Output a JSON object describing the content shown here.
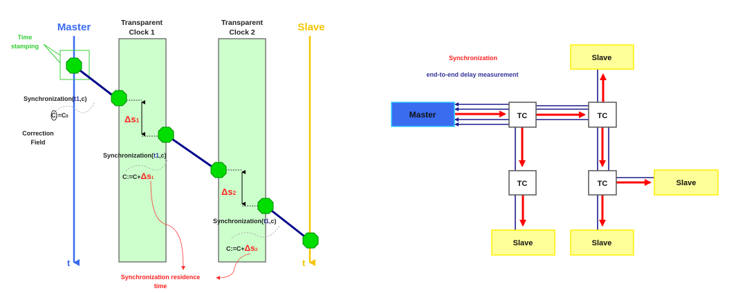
{
  "left_diagram": {
    "master_label": "Master",
    "slave_label": "Slave",
    "tc1_label_line1": "Transparent",
    "tc1_label_line2": "Clock 1",
    "tc2_label_line1": "Transparent",
    "tc2_label_line2": "Clock 2",
    "time_stamping_line1": "Time",
    "time_stamping_line2": "stamping",
    "sync_msg_prefix": "Synchronization(",
    "sync_msg_t1": "t1",
    "sync_msg_suffix": ",c)",
    "correction_init": "C:=C",
    "correction_init_sub": "0",
    "correction_field_line1": "Correction",
    "correction_field_line2": "Field",
    "delta_s1": "Δs",
    "delta_s1_sub": "1",
    "delta_s2": "Δs",
    "delta_s2_sub": "2",
    "update1_prefix": "C:=C+",
    "update2_prefix": "C:=C+",
    "residence_line1": "Synchronization residence",
    "residence_line2": "time",
    "master_time_axis": "t",
    "slave_time_axis": "t"
  },
  "right_diagram": {
    "legend_sync": "Synchronization",
    "legend_delay": "end-to-end delay measurement",
    "master_label": "Master",
    "tc_label": "TC",
    "slave_label": "Slave"
  },
  "colors": {
    "master_blue": "#3a6cf0",
    "slave_yellow": "#f5c400",
    "tc_fill": "#ccffcc",
    "node_green": "#00dd00",
    "message_navy": "#00008b",
    "sync_red": "#ff0000",
    "delay_blue": "#333399",
    "slave_box_fill": "#ffff99",
    "stamp_green": "#33cc33"
  }
}
